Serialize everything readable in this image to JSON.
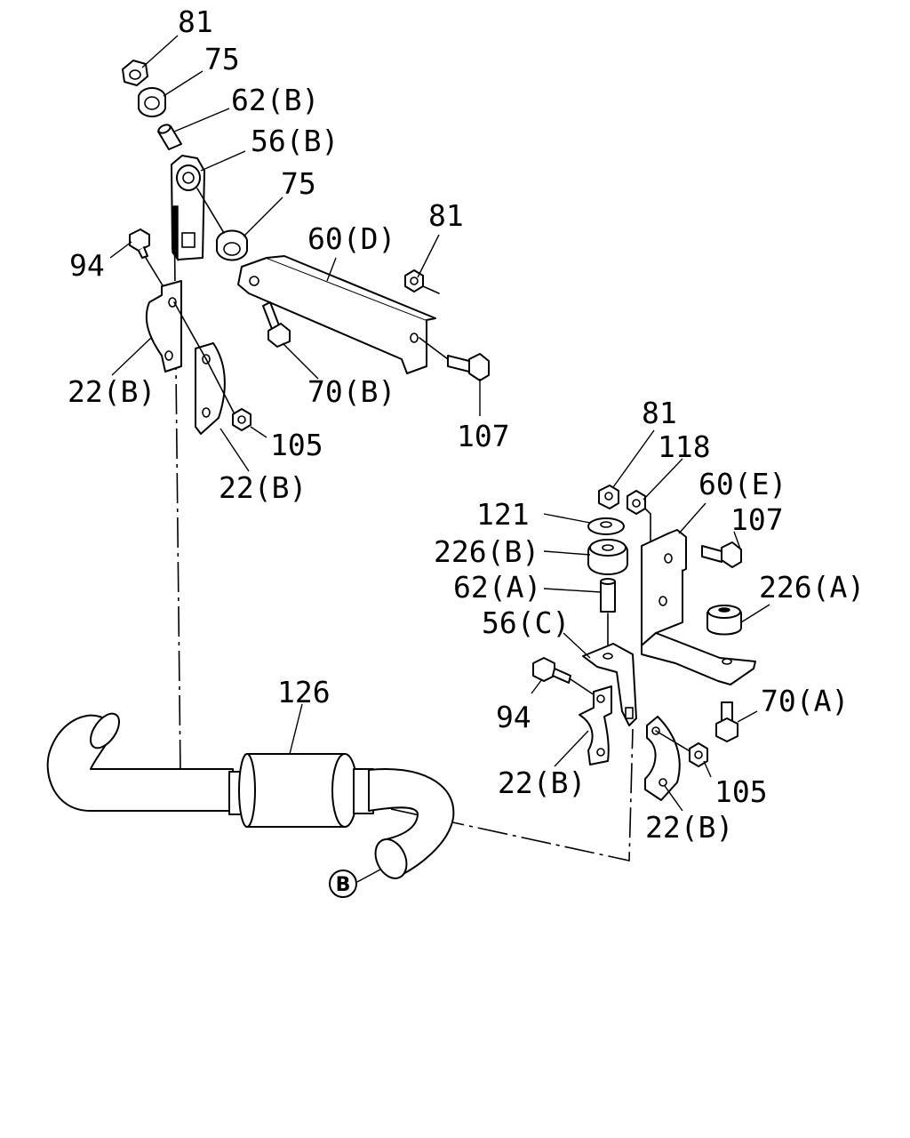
{
  "labels": {
    "l81a": "81",
    "l75a": "75",
    "l62b": "62(B)",
    "l56b": "56(B)",
    "l75b": "75",
    "l81b": "81",
    "l60d": "60(D)",
    "l94a": "94",
    "l22b1": "22(B)",
    "l70b": "70(B)",
    "l105a": "105",
    "l22b2": "22(B)",
    "l107a": "107",
    "l81c": "81",
    "l118": "118",
    "l60e": "60(E)",
    "l121": "121",
    "l107b": "107",
    "l226b": "226(B)",
    "l62a": "62(A)",
    "l226a": "226(A)",
    "l56c": "56(C)",
    "l126": "126",
    "l70a": "70(A)",
    "l94b": "94",
    "l22b3": "22(B)",
    "l105b": "105",
    "l22b4": "22(B)",
    "ref_b": "B"
  }
}
